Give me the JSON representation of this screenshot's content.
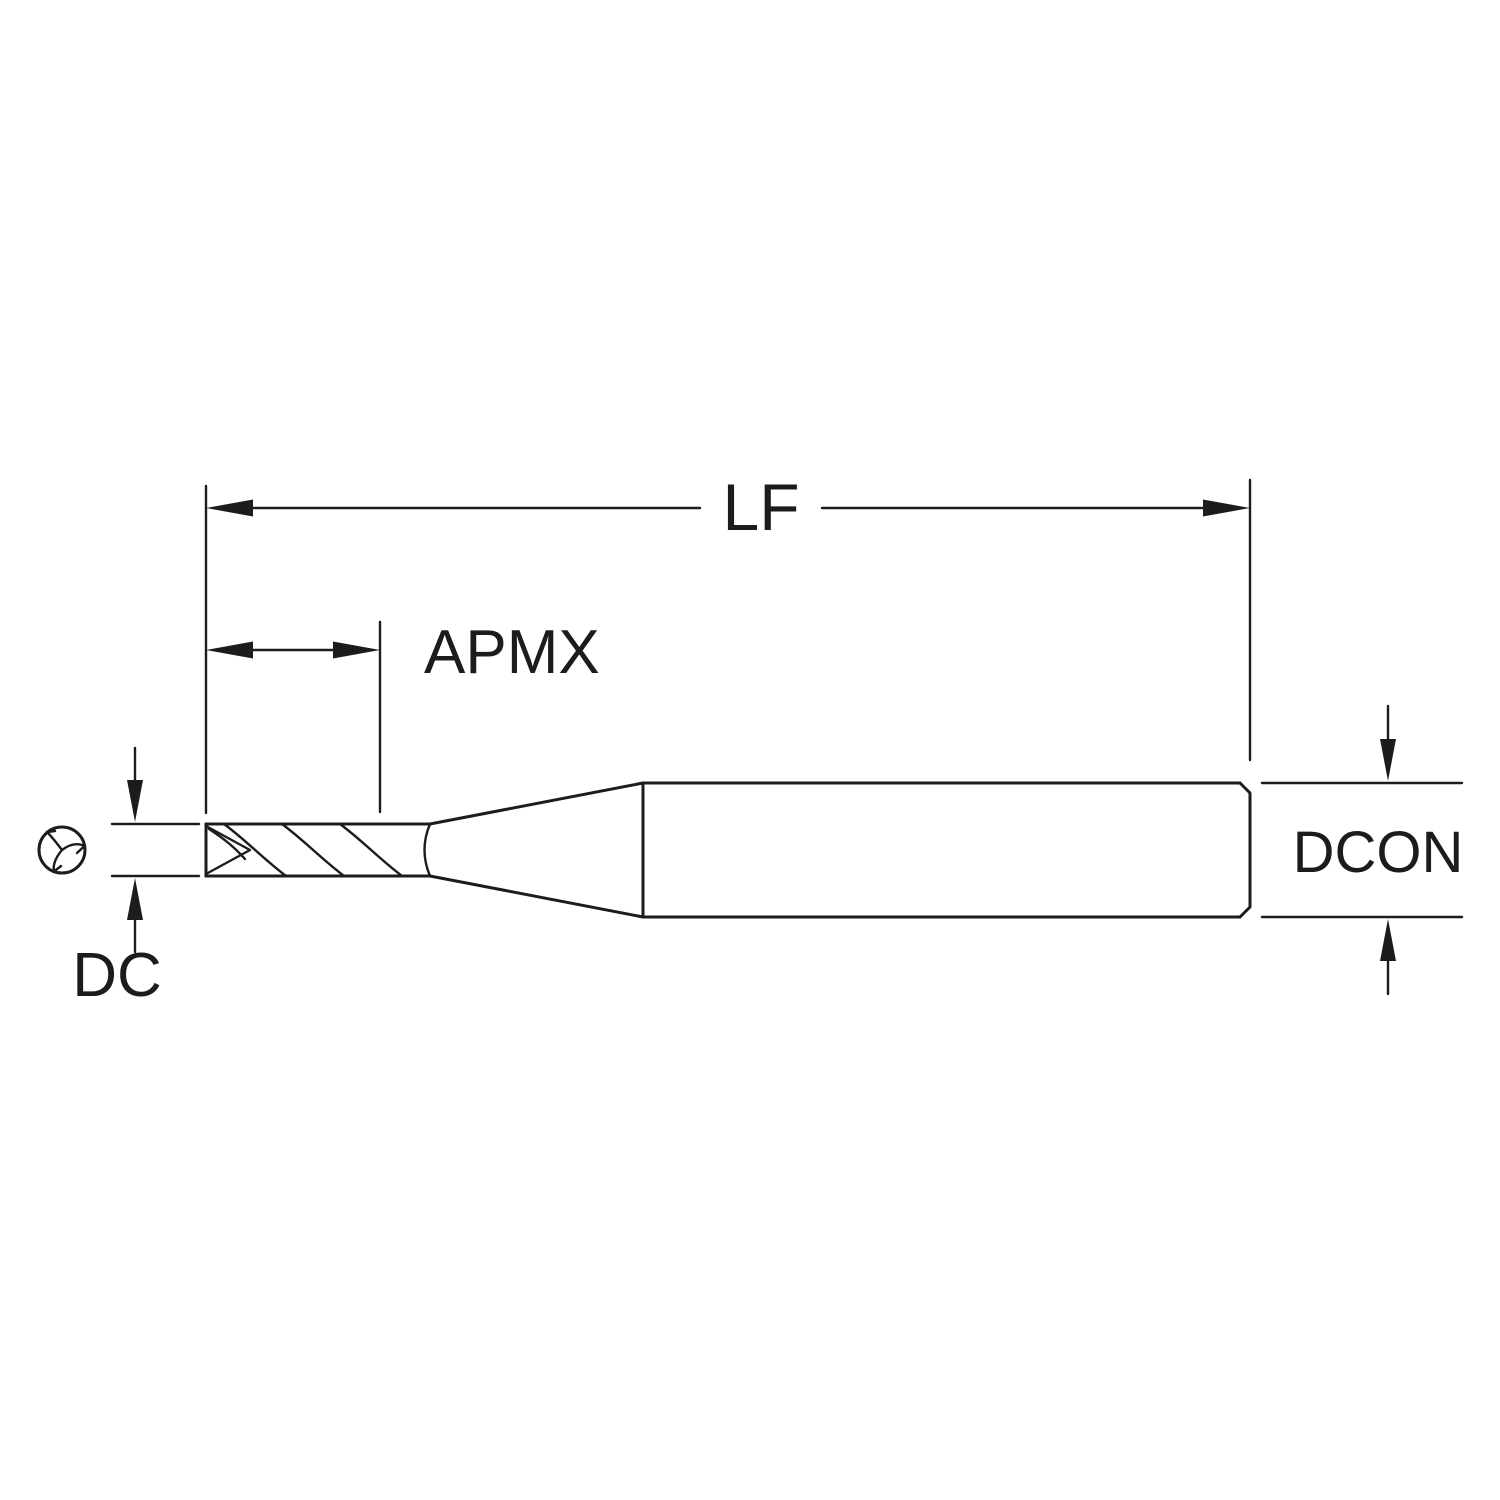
{
  "colors": {
    "line": "#1c1c1c",
    "background": "#ffffff"
  },
  "diagram": {
    "labels": {
      "lf": "LF",
      "apmx": "APMX",
      "dc": "DC",
      "dcon": "DCON"
    }
  }
}
